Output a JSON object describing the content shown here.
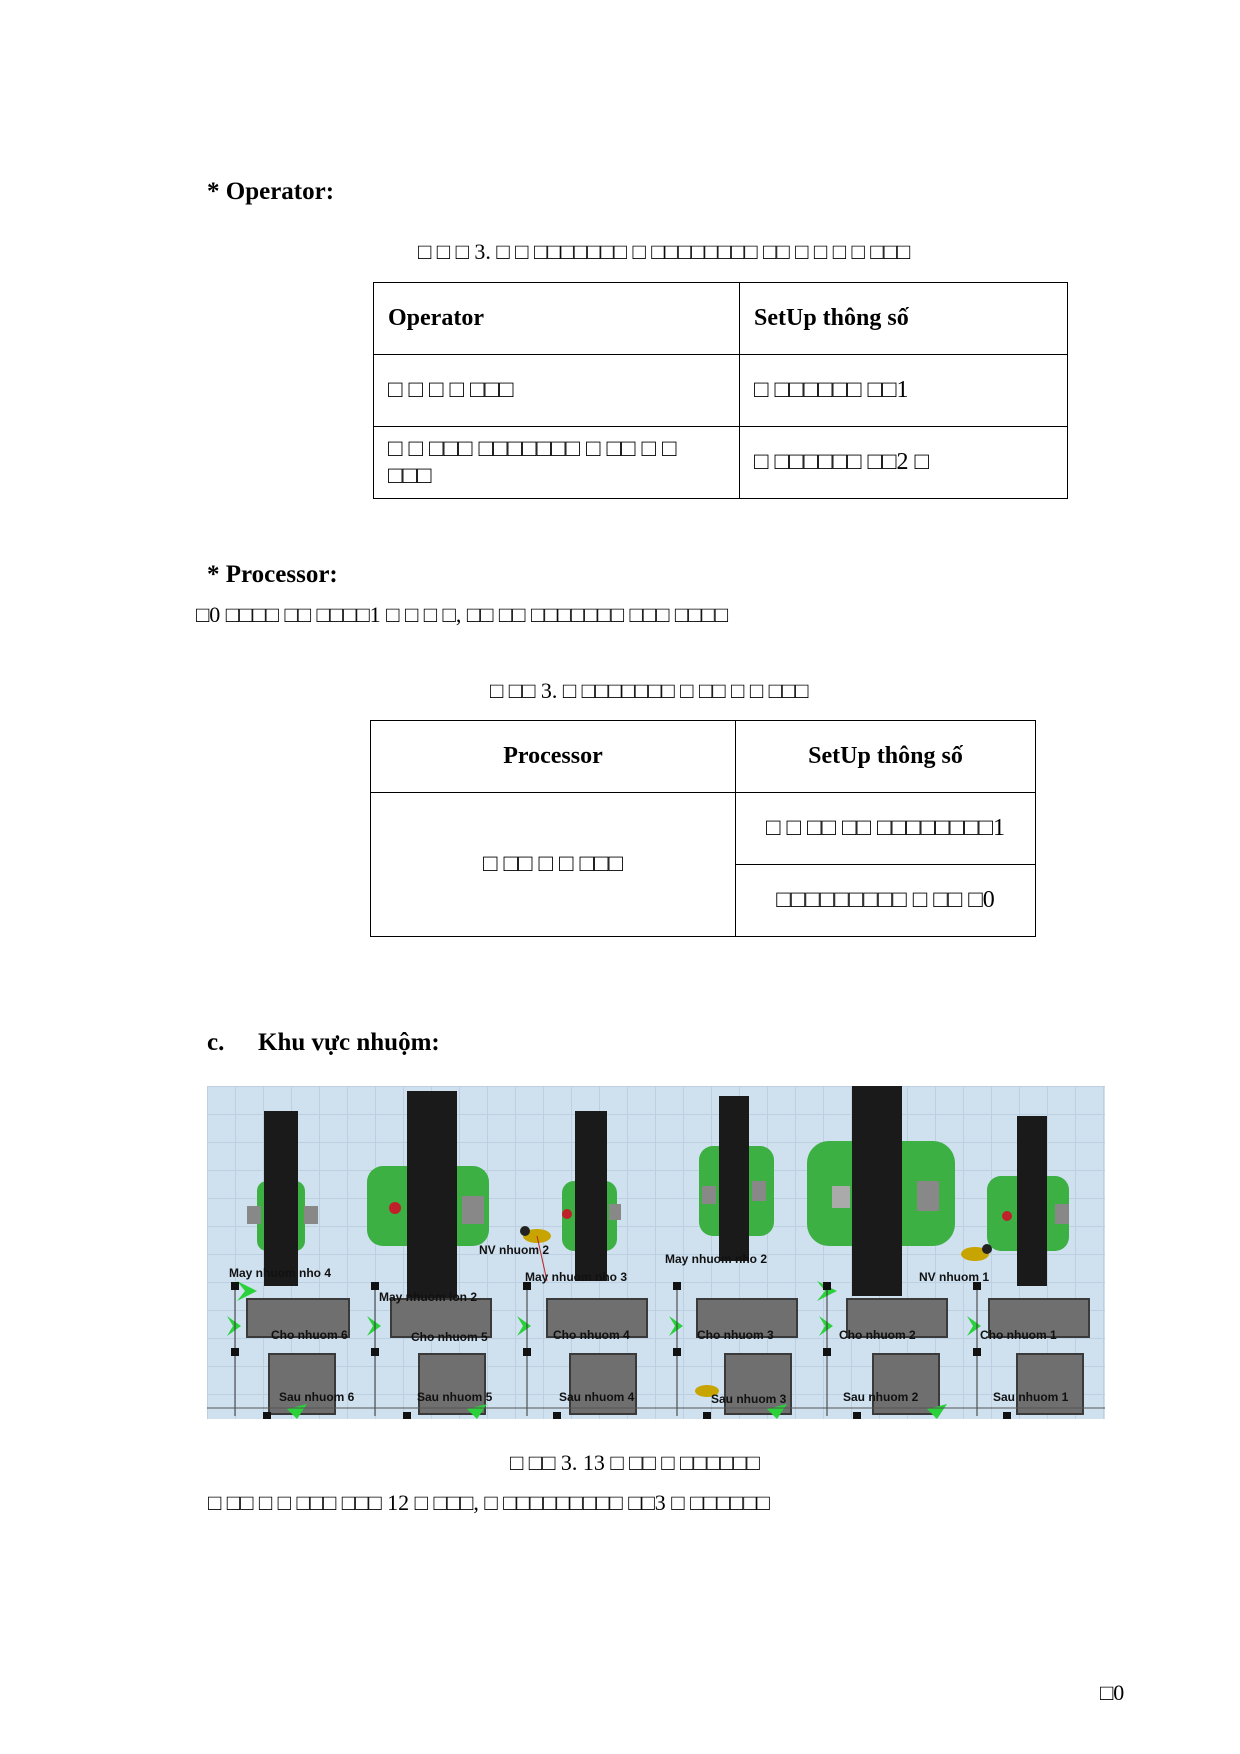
{
  "sections": {
    "operator_heading": "* Operator:",
    "processor_heading": "* Processor:",
    "dyeing_letter": "c.",
    "dyeing_heading": "Khu vực nhuộm:"
  },
  "table1": {
    "caption": "□ □ □ 3. □ □ □□□□□□□ □ □□□□□□□□ □□ □ □ □ □ □□□",
    "headers": [
      "Operator",
      "SetUp thông số"
    ],
    "rows": [
      [
        "□ □ □ □ □□□",
        "□ □□□□□□ □□1"
      ],
      [
        "□ □ □□□ □□□□□□□ □ □□ □ □ □□□",
        "□ □□□□□□ □□2 □"
      ]
    ]
  },
  "processor_text": "□0 □□□□ □□ □□□□1 □ □ □ □, □□ □□ □□□□□□□ □□□ □□□□",
  "table2": {
    "caption": "□ □□ 3. □ □□□□□□□ □ □□ □ □ □□□",
    "headers": [
      "Processor",
      "SetUp thông số"
    ],
    "row_label": "□ □□ □ □ □□□",
    "cells": [
      "□ □ □□ □□ □□□□□□□□1",
      "□□□□□□□□□ □ □□ □0"
    ]
  },
  "scene": {
    "labels": {
      "machines": [
        "May nhuom nho 4",
        "May nhuom lon 2",
        "May nhuom nho 3",
        "May nhuom nho 2",
        "NV nhuom 1",
        "NV nhuom 2"
      ],
      "cho": [
        "Cho nhuom 6",
        "Cho nhuom 5",
        "Cho nhuom 4",
        "Cho nhuom 3",
        "Cho nhuom 2",
        "Cho nhuom 1"
      ],
      "sau": [
        "Sau nhuom 6",
        "Sau nhuom 5",
        "Sau nhuom 4",
        "Sau nhuom 3",
        "Sau nhuom 2",
        "Sau nhuom 1"
      ]
    },
    "colors": {
      "machine_body": "#1a1a1a",
      "machine_frame": "#3cb043",
      "floor": "#cfe0ef",
      "queue": "#6f6f6f"
    }
  },
  "figure": {
    "caption": "□ □□ 3. 13 □ □□ □ □□□□□□",
    "text": "□ □□ □ □ □□□ □□□ 12 □ □□□, □ □□□□□□□□□ □□3 □ □□□□□□"
  },
  "page_number": "□0"
}
